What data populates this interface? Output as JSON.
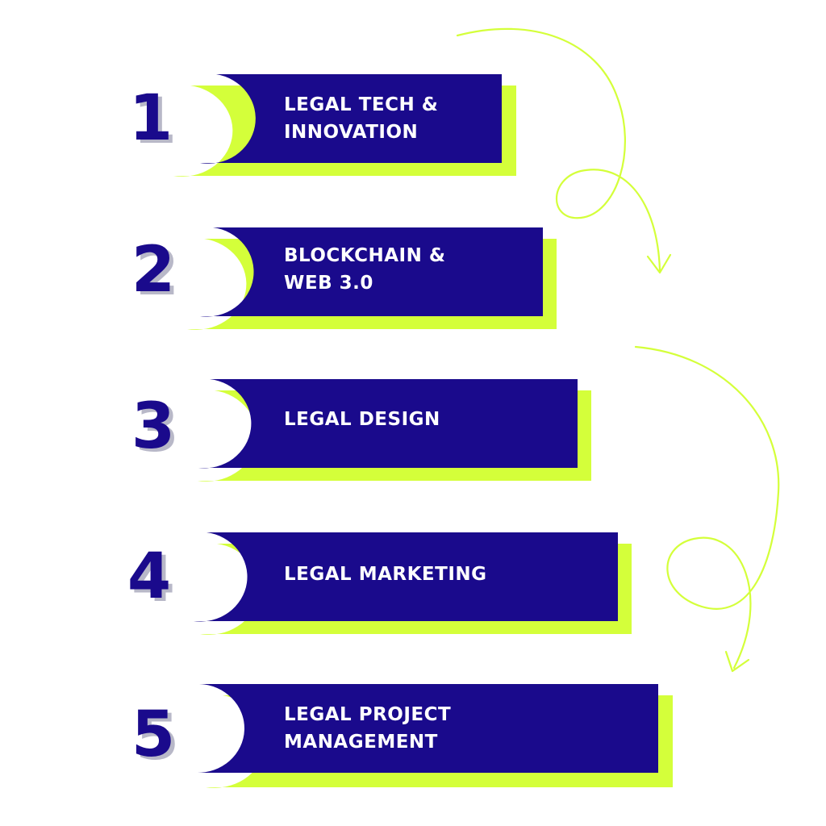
{
  "colors": {
    "background": "#ffffff",
    "bar": "#1a0a8c",
    "accent": "#d4ff3a",
    "number": "#1a0a8c",
    "number_shadow": "#b8b8c8",
    "label": "#ffffff"
  },
  "steps": [
    {
      "number": "1",
      "label": "LEGAL TECH &\nINNOVATION"
    },
    {
      "number": "2",
      "label": "BLOCKCHAIN &\nWEB 3.0"
    },
    {
      "number": "3",
      "label": "LEGAL DESIGN"
    },
    {
      "number": "4",
      "label": "LEGAL MARKETING"
    },
    {
      "number": "5",
      "label": "LEGAL PROJECT\nMANAGEMENT"
    }
  ],
  "icons": [
    "curved-arrow-icon",
    "curved-arrow-icon"
  ]
}
